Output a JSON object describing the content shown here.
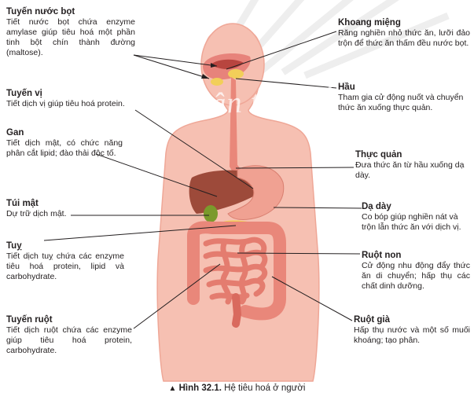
{
  "labels": {
    "tuyen_nuoc_bot": {
      "title": "Tuyến nước bọt",
      "desc": "Tiết nước bọt chứa enzyme amylase giúp tiêu hoá một phần tinh bột chín thành đường (maltose)."
    },
    "tuyen_vi": {
      "title": "Tuyến vị",
      "desc": "Tiết dịch vị giúp tiêu hoá protein."
    },
    "gan": {
      "title": "Gan",
      "desc": "Tiết dịch mật, có chức năng phân cắt lipid; đào thải độc tố."
    },
    "tui_mat": {
      "title": "Túi mật",
      "desc": "Dự trữ dịch mật."
    },
    "tuy": {
      "title": "Tuỵ",
      "desc": "Tiết dịch tuỵ chứa các enzyme tiêu hoá protein, lipid và carbohydrate."
    },
    "tuyen_ruot": {
      "title": "Tuyến ruột",
      "desc": "Tiết dịch ruột chứa các enzyme giúp tiêu hoá protein, carbohydrate."
    },
    "khoang_mieng": {
      "title": "Khoang miệng",
      "desc": "Răng nghiền nhỏ thức ăn, lưỡi đảo trộn để thức ăn thấm đều nước bọt."
    },
    "hau": {
      "title": "Hầu",
      "desc": "Tham gia cử động nuốt và chuyển thức ăn xuống thực quản."
    },
    "thuc_quan": {
      "title": "Thực quản",
      "desc": "Đưa thức ăn từ hầu xuống dạ dày."
    },
    "da_day": {
      "title": "Dạ dày",
      "desc": "Co bóp giúp nghiền nát và trộn lẫn thức ăn với dịch vị."
    },
    "ruot_non": {
      "title": "Ruột non",
      "desc": "Cử động nhu động đẩy thức ăn di chuyển; hấp thụ các chất dinh dưỡng."
    },
    "ruot_gia": {
      "title": "Ruột già",
      "desc": "Hấp thụ nước và một số muối khoáng; tạo phân."
    }
  },
  "caption": {
    "marker": "▲",
    "figure": "Hình 32.1.",
    "text": "Hệ tiêu hoá ở người"
  },
  "watermark": "Chân trời sáng tạo",
  "colors": {
    "body": "#f6c0b2",
    "body_edge": "#efa797",
    "liver": "#9d4a3a",
    "stomach": "#f0a192",
    "intestine": "#e9877a",
    "gallbladder": "#7a9a2c",
    "pancreas": "#f2cf59",
    "lines": "#231f20"
  }
}
